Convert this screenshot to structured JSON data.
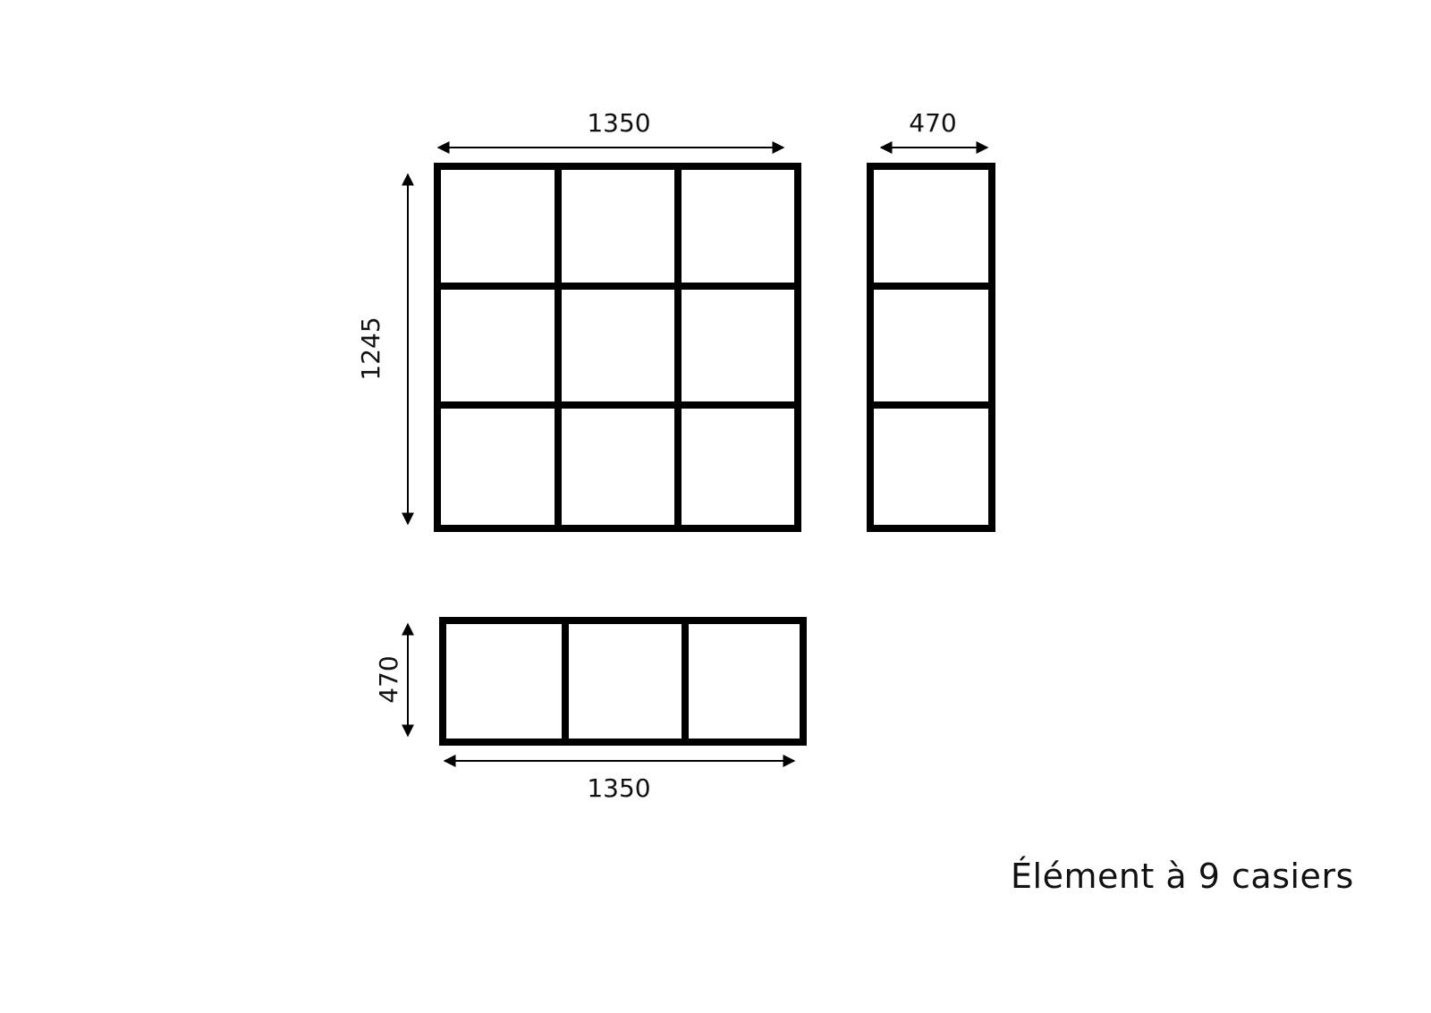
{
  "caption": "Élément à 9 casiers",
  "colors": {
    "stroke": "#000000",
    "text": "#111111",
    "background": "#ffffff"
  },
  "views": {
    "front": {
      "width_label": "1350",
      "height_label": "1245",
      "columns": 3,
      "rows": 3
    },
    "side": {
      "width_label": "470",
      "columns": 1,
      "rows": 3
    },
    "top": {
      "width_label": "1350",
      "depth_label": "470",
      "columns": 3,
      "rows": 1
    }
  }
}
